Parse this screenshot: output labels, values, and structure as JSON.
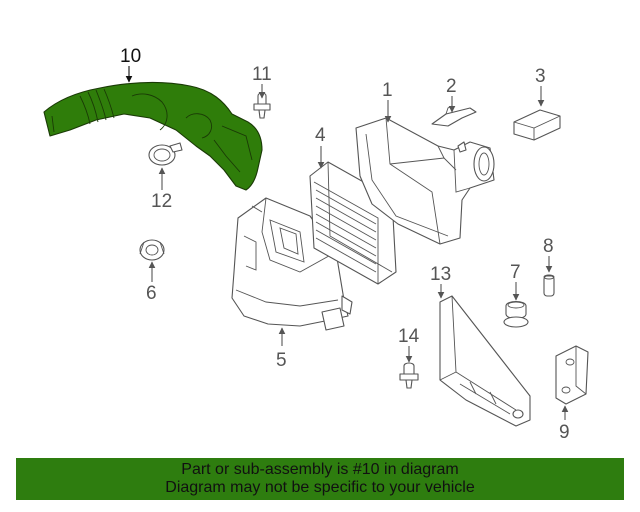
{
  "diagram": {
    "callouts": [
      "1",
      "2",
      "3",
      "4",
      "5",
      "6",
      "7",
      "8",
      "9",
      "10",
      "11",
      "12",
      "13",
      "14"
    ],
    "highlighted_part": "10",
    "colors": {
      "highlight": "#2f7d0a",
      "banner": "#2e7d0f",
      "lines": "#555555"
    }
  },
  "banner": {
    "line1": "Part or sub-assembly is #10 in diagram",
    "line2": "Diagram may not be specific to your vehicle"
  }
}
